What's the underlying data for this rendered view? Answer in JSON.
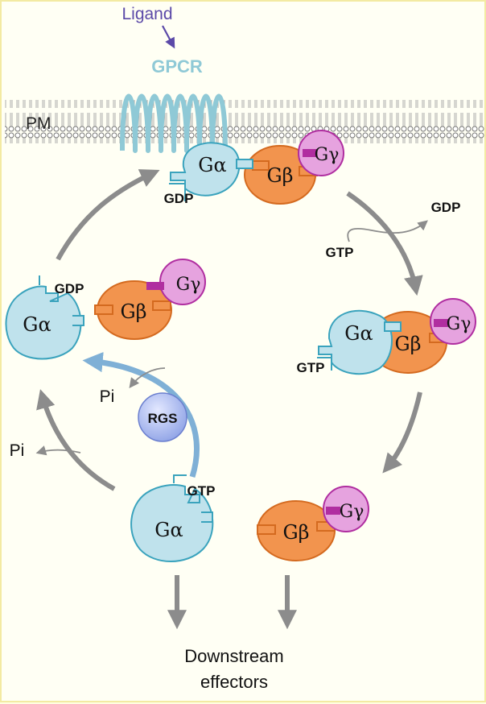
{
  "labels": {
    "ligand": "Ligand",
    "gpcr": "GPCR",
    "pm": "PM",
    "downstream": "Downstream",
    "effectors": "effectors",
    "rgs": "RGS",
    "gdp_top": "GDP",
    "gdp_release": "GDP",
    "gtp_in": "GTP",
    "gtp_bound": "GTP",
    "gtp_free": "GTP",
    "gdp_left": "GDP",
    "pi_upper": "Pi",
    "pi_lower": "Pi"
  },
  "subunits": {
    "alpha": "Gα",
    "beta": "Gβ",
    "gamma": "Gγ"
  },
  "colors": {
    "alpha_fill": "#bfe2ec",
    "alpha_stroke": "#3aa3bd",
    "beta_fill": "#f2944e",
    "beta_stroke": "#d46a1f",
    "gamma_fill": "#e6a3df",
    "gamma_stroke": "#b02ea0",
    "arrow": "#8c8c8c",
    "rgs_arrow": "#7fb0d6",
    "gpcr": "#8fc9d6",
    "ligand": "#5b49a8"
  }
}
